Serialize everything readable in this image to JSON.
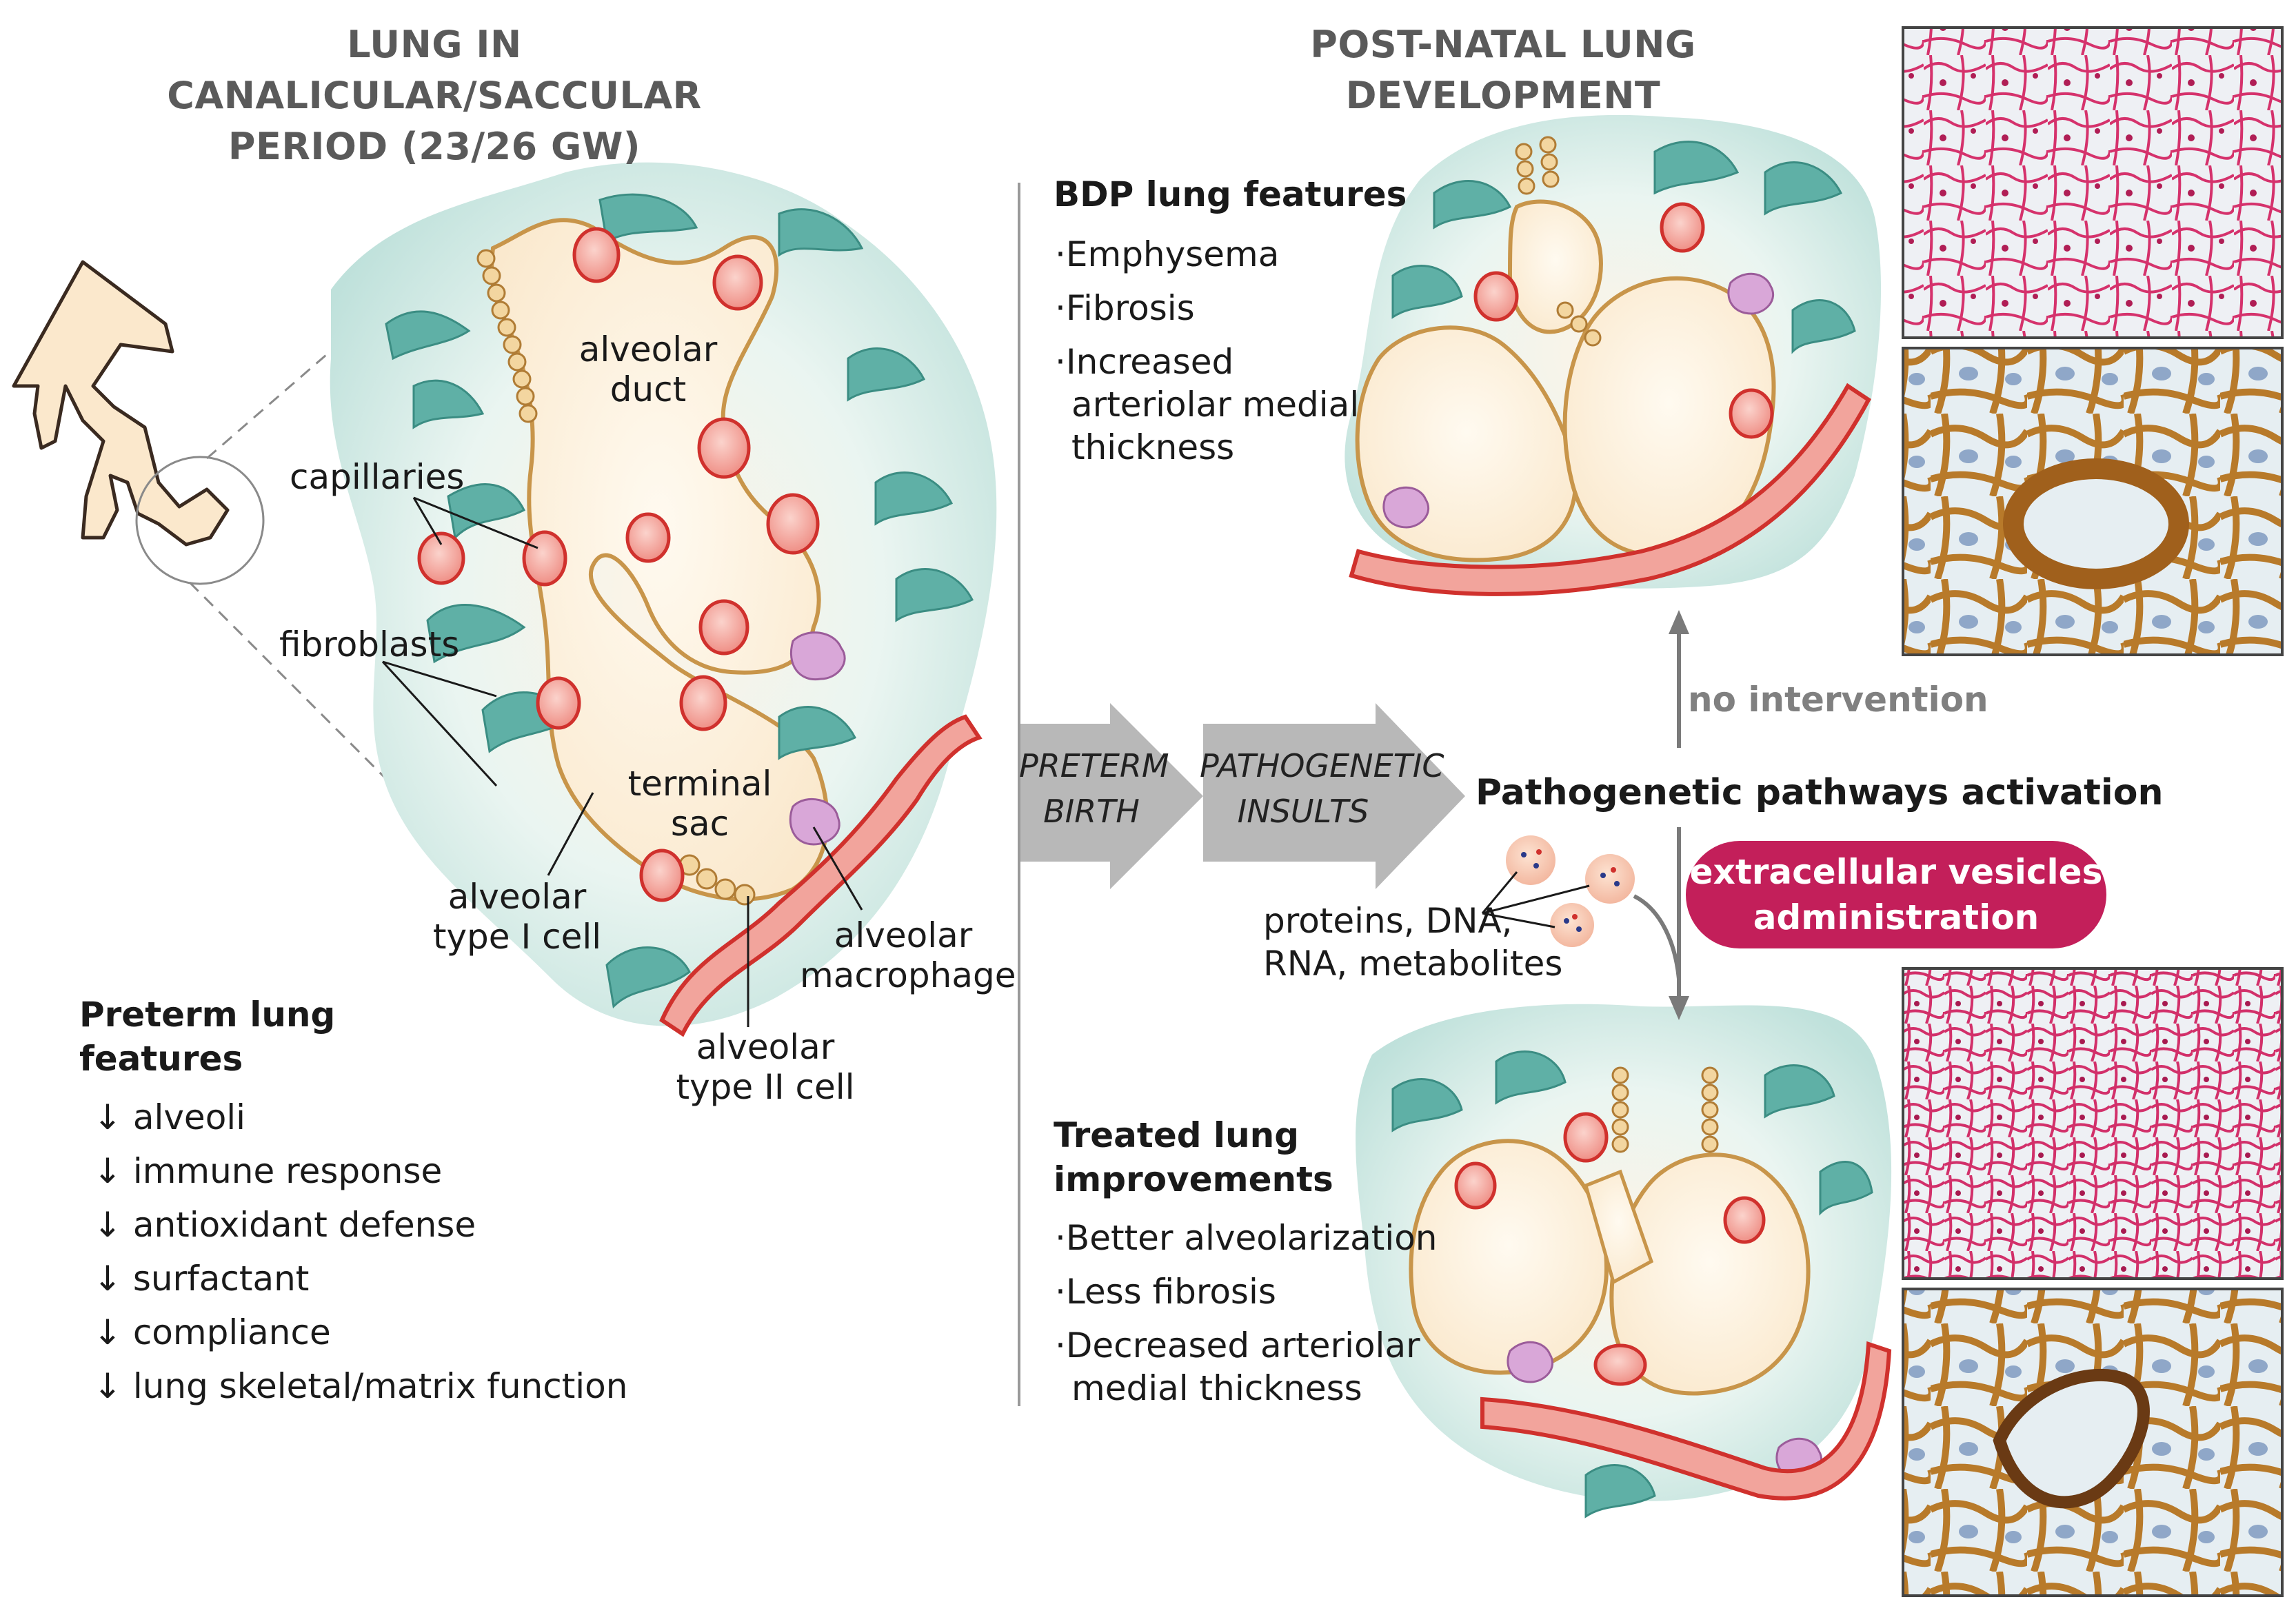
{
  "left": {
    "title_line1": "LUNG IN CANALICULAR/SACCULAR",
    "title_line2": "PERIOD (23/26 GW)",
    "labels": {
      "alveolar_duct_1": "alveolar",
      "alveolar_duct_2": "duct",
      "capillaries": "capillaries",
      "fibroblasts": "fibroblasts",
      "terminal_sac_1": "terminal",
      "terminal_sac_2": "sac",
      "type1_1": "alveolar",
      "type1_2": "type I cell",
      "macrophage_1": "alveolar",
      "macrophage_2": "macrophage",
      "type2_1": "alveolar",
      "type2_2": "type II cell"
    },
    "features_title_1": "Preterm lung",
    "features_title_2": "features",
    "arrow_glyph": "↓",
    "features": [
      "alveoli",
      "immune response",
      "antioxidant defense",
      "surfactant",
      "compliance",
      "lung skeletal/matrix function"
    ]
  },
  "right": {
    "title": "POST-NATAL LUNG DEVELOPMENT",
    "bdp_title": "BDP lung features",
    "bdp_items": [
      "·Emphysema",
      "·Fibrosis",
      "·Increased",
      "arteriolar medial",
      "thickness"
    ],
    "arrow1_line1": "PRETERM",
    "arrow1_line2": "BIRTH",
    "arrow2_line1": "PATHOGENETIC",
    "arrow2_line2": "INSULTS",
    "no_intervention": "no intervention",
    "pathways": "Pathogenetic pathways activation",
    "cargo_line1": "proteins, DNA,",
    "cargo_line2": "RNA, metabolites",
    "ev_line1": "extracellular vesicles",
    "ev_line2": "administration",
    "treated_title_1": "Treated lung",
    "treated_title_2": "improvements",
    "treated_items": [
      "·Better alveolarization",
      "·Less fibrosis",
      "·Decreased arteriolar",
      "medial thickness"
    ]
  },
  "colors": {
    "interstitium": "#cfe8e4",
    "fibroblast": "#5fb0a6",
    "alveolar_space": "#fdf1dc",
    "epithelium": "#d9a85e",
    "capillary_fill": "#f4a8a0",
    "capillary_ring": "#d0312d",
    "macrophage": "#d9a7d8",
    "vessel": "#e8564e",
    "ev_badge": "#c31f5a",
    "arrow_grey": "#b8b8b8"
  }
}
